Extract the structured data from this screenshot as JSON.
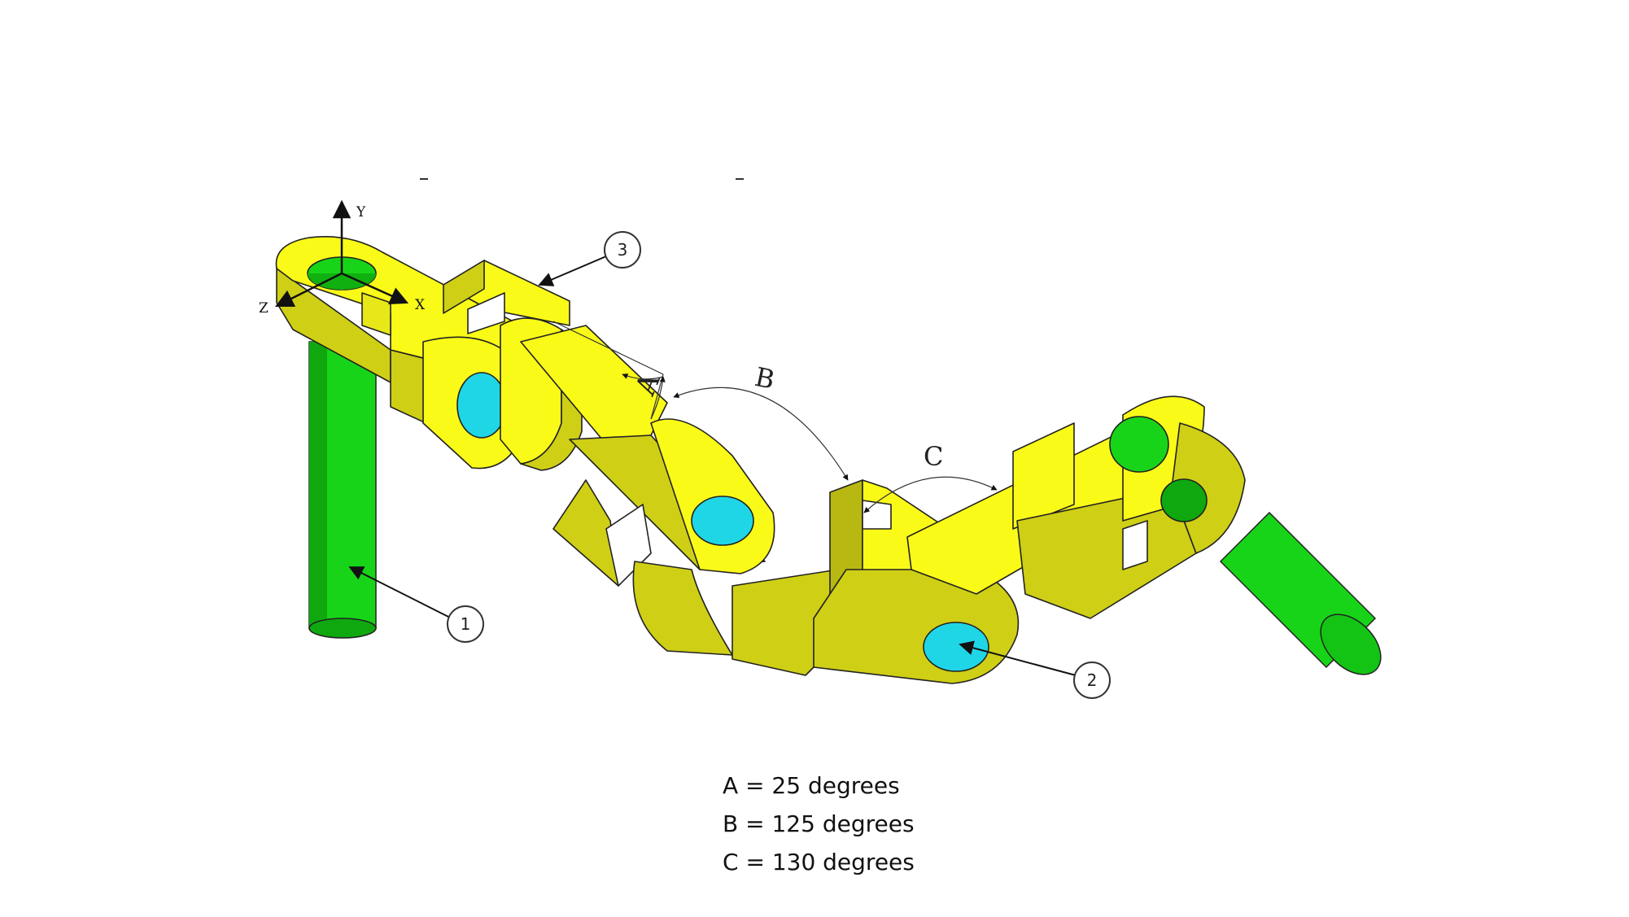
{
  "colors": {
    "link_top": "#fafa18",
    "link_side": "#cfcf16",
    "link_dark": "#b8b812",
    "pin_green": "#18d418",
    "pin_green_dark": "#0fa80f",
    "hole_cyan": "#1fd6e6",
    "outline": "#222222"
  },
  "axes": {
    "x": "X",
    "y": "Y",
    "z": "Z"
  },
  "angle_labels": {
    "a": "A",
    "b": "B",
    "c": "C"
  },
  "callouts": [
    {
      "number": "1"
    },
    {
      "number": "2"
    },
    {
      "number": "3"
    }
  ],
  "legend": [
    {
      "text": "A = 25 degrees"
    },
    {
      "text": "B = 125 degrees"
    },
    {
      "text": "C = 130 degrees"
    }
  ],
  "icons": [
    "coordinate-axes-icon",
    "arrow-icon"
  ]
}
